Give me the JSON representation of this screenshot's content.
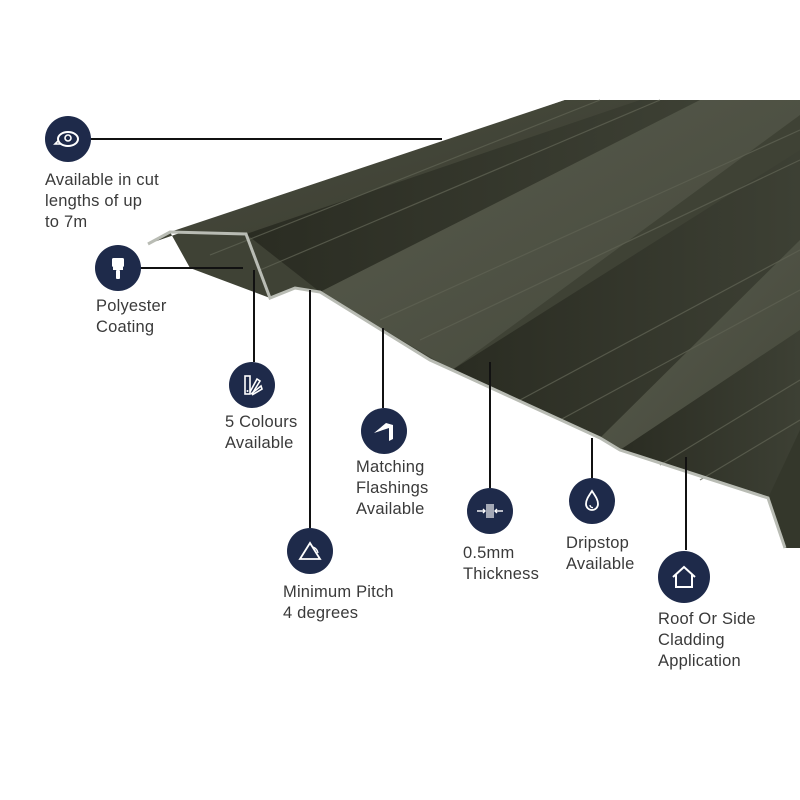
{
  "product": {
    "color": "#3a3d30",
    "badge_color": "#1e2a4a"
  },
  "features": [
    {
      "id": "length",
      "icon": "tape-measure-icon",
      "lines": [
        "Available in cut",
        "lengths of up",
        "to 7m"
      ]
    },
    {
      "id": "coating",
      "icon": "paint-brush-icon",
      "lines": [
        "Polyester",
        "Coating"
      ]
    },
    {
      "id": "colours",
      "icon": "colour-swatch-icon",
      "lines": [
        "5 Colours",
        "Available"
      ]
    },
    {
      "id": "pitch",
      "icon": "pitch-angle-icon",
      "lines": [
        "Minimum Pitch",
        "4 degrees"
      ]
    },
    {
      "id": "flashings",
      "icon": "flashing-icon",
      "lines": [
        "Matching",
        "Flashings",
        "Available"
      ]
    },
    {
      "id": "thickness",
      "icon": "thickness-icon",
      "lines": [
        "0.5mm",
        "Thickness"
      ]
    },
    {
      "id": "dripstop",
      "icon": "water-drop-icon",
      "lines": [
        "Dripstop",
        "Available"
      ]
    },
    {
      "id": "application",
      "icon": "house-icon",
      "lines": [
        "Roof Or Side",
        "Cladding",
        "Application"
      ]
    }
  ]
}
